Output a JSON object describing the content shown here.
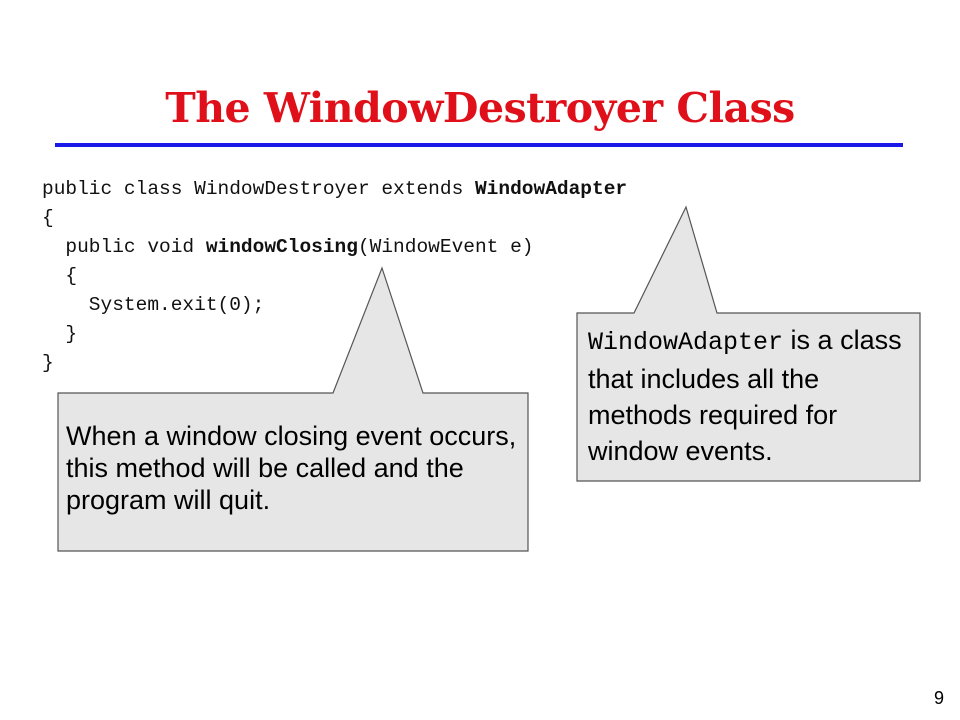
{
  "slide": {
    "title": "The WindowDestroyer Class",
    "code": {
      "line1_prefix": "public class WindowDestroyer extends ",
      "line1_bold": "WindowAdapter",
      "line2": "{",
      "line3_prefix": "  public void ",
      "line3_bold": "windowClosing",
      "line3_suffix": "(WindowEvent e)",
      "line4": "  {",
      "line5": "    System.exit(0);",
      "line6": "  }",
      "line7": "}"
    },
    "callout_left": {
      "text": "When a window closing event occurs, this method will be called and the program will quit."
    },
    "callout_right": {
      "code_term": "WindowAdapter",
      "text": " is a class that includes all the methods required for window events."
    },
    "page_number": "9",
    "colors": {
      "title": "#e0101a",
      "rule": "#1a1ae8",
      "callout_fill": "#e6e6e6",
      "callout_stroke": "#555555"
    }
  }
}
